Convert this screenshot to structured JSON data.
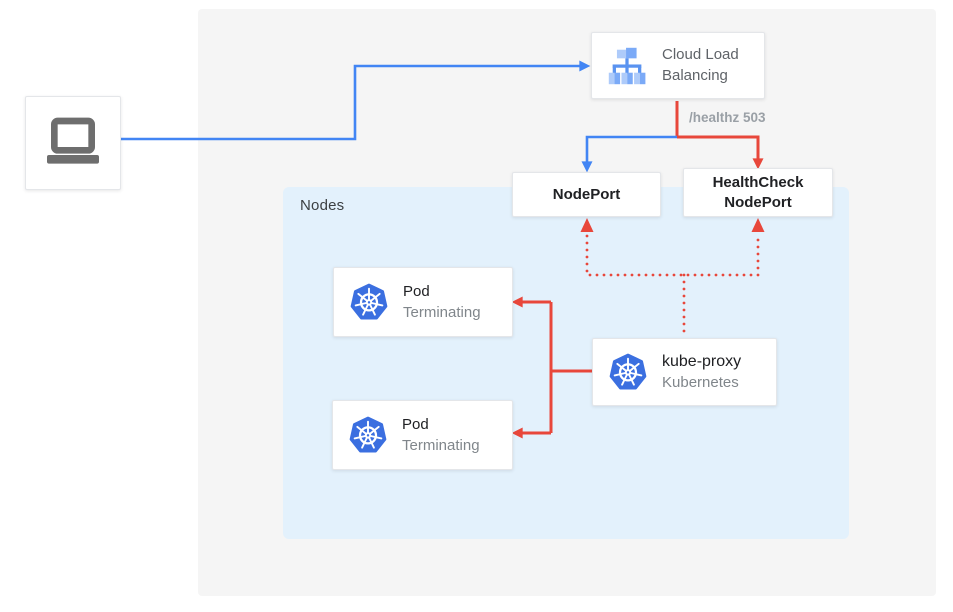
{
  "diagram": {
    "nodes_container": {
      "label": "Nodes"
    },
    "client": {
      "icon": "laptop-icon"
    },
    "load_balancer": {
      "label": "Cloud Load Balancing",
      "icon": "cloud-load-balancing-icon"
    },
    "healthz_label": "/healthz 503",
    "nodeport": {
      "label": "NodePort"
    },
    "healthcheck_nodeport": {
      "label": "HealthCheck NodePort"
    },
    "pods": [
      {
        "title": "Pod",
        "status": "Terminating",
        "icon": "kubernetes-icon"
      },
      {
        "title": "Pod",
        "status": "Terminating",
        "icon": "kubernetes-icon"
      }
    ],
    "kube_proxy": {
      "title": "kube-proxy",
      "subtitle": "Kubernetes",
      "icon": "kubernetes-icon"
    },
    "colors": {
      "traffic_blue": "#4285f4",
      "health_red": "#e8473b",
      "panel_bg": "#f5f5f5",
      "nodes_bg": "#e3f1fc",
      "kubernetes_blue": "#3b6fe0"
    }
  }
}
